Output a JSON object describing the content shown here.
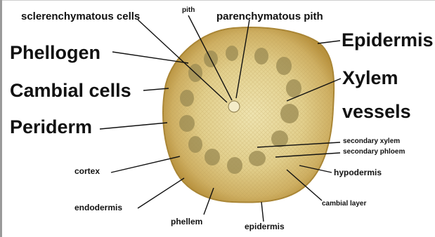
{
  "labels": {
    "sclerenchymatous_cells": "sclerenchymatous cells",
    "pith": "pith",
    "parenchymatous_pith": "parenchymatous pith",
    "epidermis_top": "Epidermis",
    "phellogen": "Phellogen",
    "xylem": "Xylem",
    "cambial_cells": "Cambial cells",
    "vessels": "vessels",
    "periderm": "Periderm",
    "secondary_xylem": "secondary xylem",
    "secondary_phloem": "secondary phloem",
    "cortex": "cortex",
    "hypodermis": "hypodermis",
    "cambial_layer": "cambial layer",
    "endodermis": "endodermis",
    "phellem": "phellem",
    "epidermis_bottom": "epidermis"
  },
  "colors": {
    "tissue_outer": "#c9a44e",
    "tissue_inner": "#eadca0",
    "bundle": "#9a8a52",
    "line": "#111111"
  }
}
